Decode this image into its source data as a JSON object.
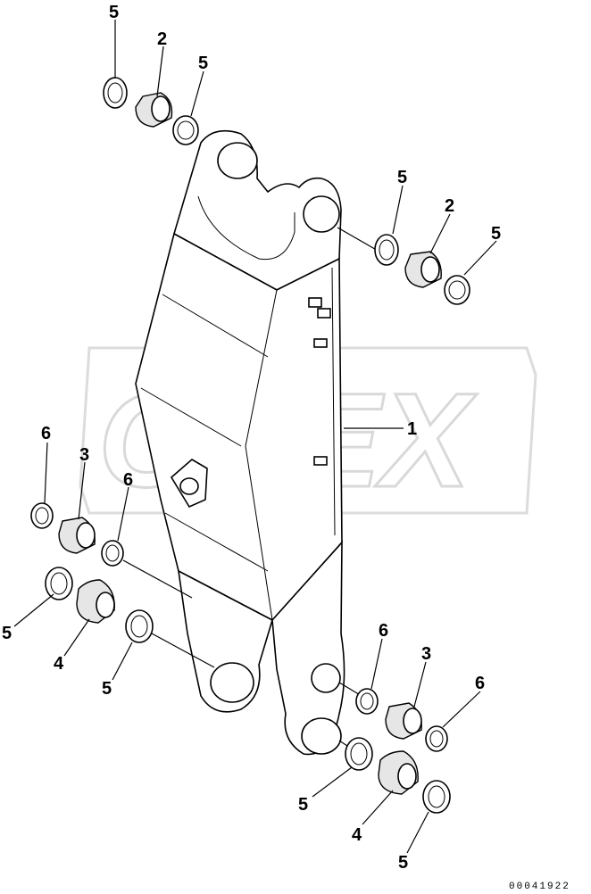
{
  "watermark": {
    "text": "OPEX",
    "color": "#d9d9d9"
  },
  "callouts": [
    {
      "id": "c1",
      "label": "5"
    },
    {
      "id": "c2",
      "label": "2"
    },
    {
      "id": "c3",
      "label": "5"
    },
    {
      "id": "c4",
      "label": "5"
    },
    {
      "id": "c5",
      "label": "2"
    },
    {
      "id": "c6",
      "label": "5"
    },
    {
      "id": "c7",
      "label": "1"
    },
    {
      "id": "c8",
      "label": "6"
    },
    {
      "id": "c9",
      "label": "3"
    },
    {
      "id": "c10",
      "label": "6"
    },
    {
      "id": "c11",
      "label": "5"
    },
    {
      "id": "c12",
      "label": "4"
    },
    {
      "id": "c13",
      "label": "5"
    },
    {
      "id": "c14",
      "label": "6"
    },
    {
      "id": "c15",
      "label": "3"
    },
    {
      "id": "c16",
      "label": "6"
    },
    {
      "id": "c17",
      "label": "5"
    },
    {
      "id": "c18",
      "label": "4"
    },
    {
      "id": "c19",
      "label": "5"
    }
  ],
  "drawing_code": "00041922"
}
